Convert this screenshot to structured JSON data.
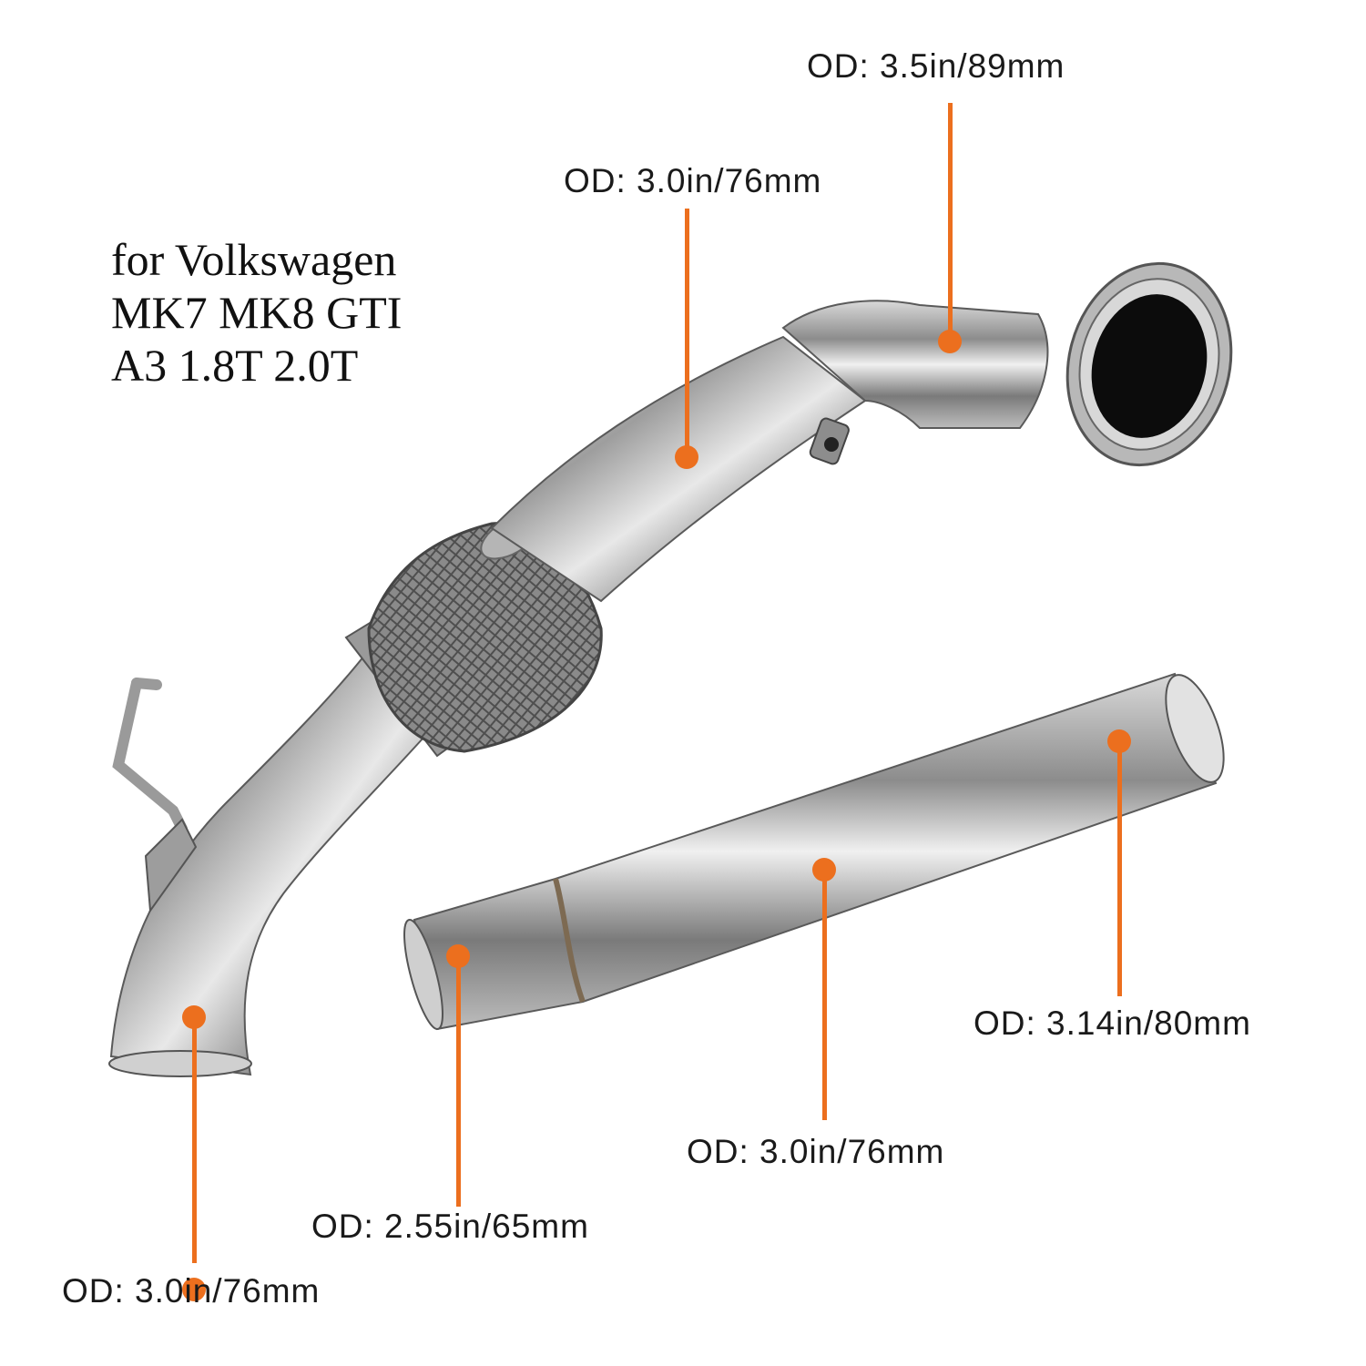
{
  "product": {
    "fitment_lines": [
      "for Volkswagen",
      "MK7 MK8 GTI",
      "A3 1.8T 2.0T"
    ]
  },
  "callouts": {
    "outlet_flange": "OD: 3.5in/89mm",
    "upper_pipe": "OD: 3.0in/76mm",
    "downpipe_outlet": "OD: 3.0in/76mm",
    "test_pipe_small_end": "OD: 2.55in/65mm",
    "test_pipe_body": "OD: 3.0in/76mm",
    "test_pipe_large_end": "OD: 3.14in/80mm"
  },
  "colors": {
    "accent": "#ec6f1e",
    "steel_light": "#e6e6e6",
    "steel_mid": "#a9a9a9",
    "steel_dark": "#5a5a5a",
    "background": "#ffffff"
  }
}
